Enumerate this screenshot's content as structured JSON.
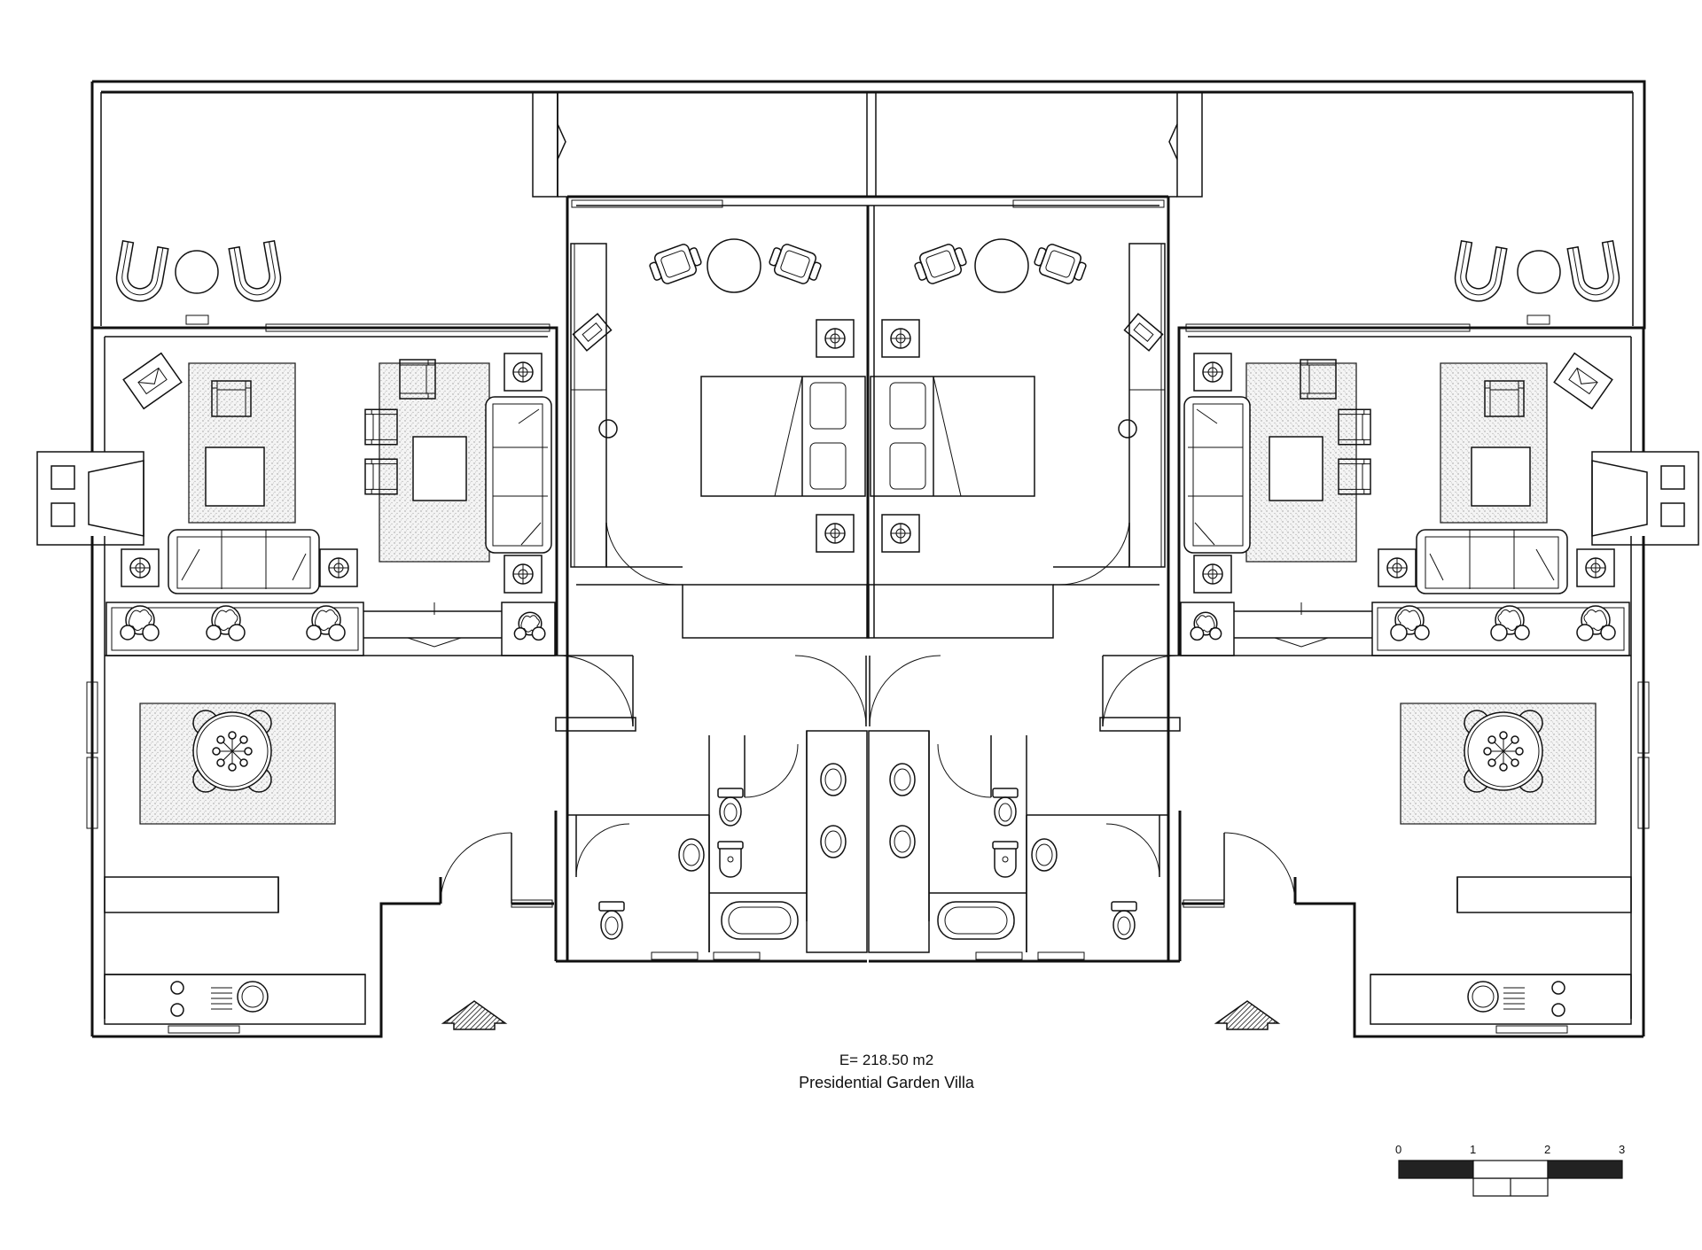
{
  "plan": {
    "area_label": "E= 218.50 m2",
    "title": "Presidential Garden Villa"
  },
  "scale_bar": {
    "ticks": [
      "0",
      "1",
      "2",
      "3"
    ]
  },
  "icons": {
    "entry_arrow": "entry-arrow-icon",
    "north": "scale-bar-icon"
  }
}
